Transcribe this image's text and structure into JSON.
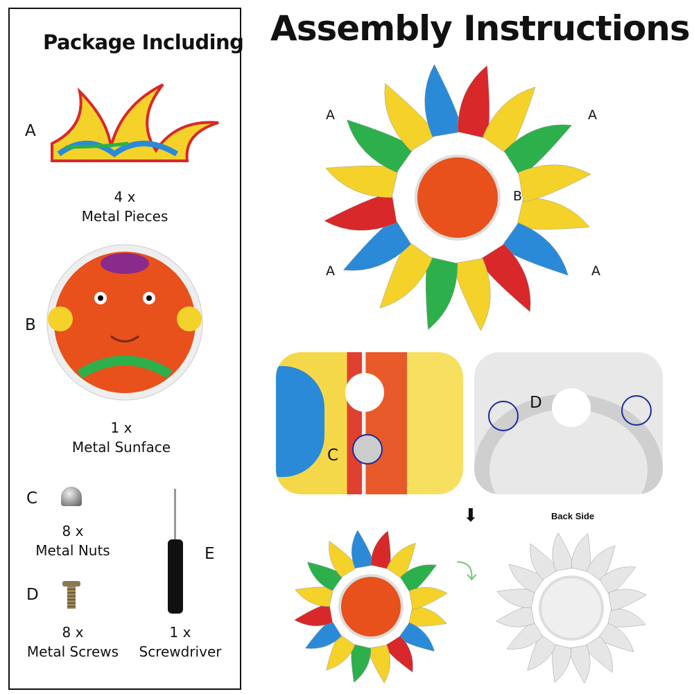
{
  "package": {
    "title": "Package Including",
    "items": [
      {
        "letter": "A",
        "qty": "4 x",
        "name": "Metal Pieces"
      },
      {
        "letter": "B",
        "qty": "1 x",
        "name": "Metal Sunface"
      },
      {
        "letter": "C",
        "qty": "8 x",
        "name": "Metal Nuts"
      },
      {
        "letter": "D",
        "qty": "8 x",
        "name": "Metal Screws"
      },
      {
        "letter": "E",
        "qty": "1 x",
        "name": "Screwdriver"
      }
    ]
  },
  "assembly": {
    "title": "Assembly Instructions",
    "labels": {
      "a": "A",
      "b": "B",
      "c": "C",
      "d": "D"
    },
    "back_side": "Back Side"
  },
  "colors": {
    "orange": "#e8501c",
    "yellow": "#f4d22a",
    "blue": "#2a8ad8",
    "red": "#d8282a",
    "green": "#2db04b"
  }
}
